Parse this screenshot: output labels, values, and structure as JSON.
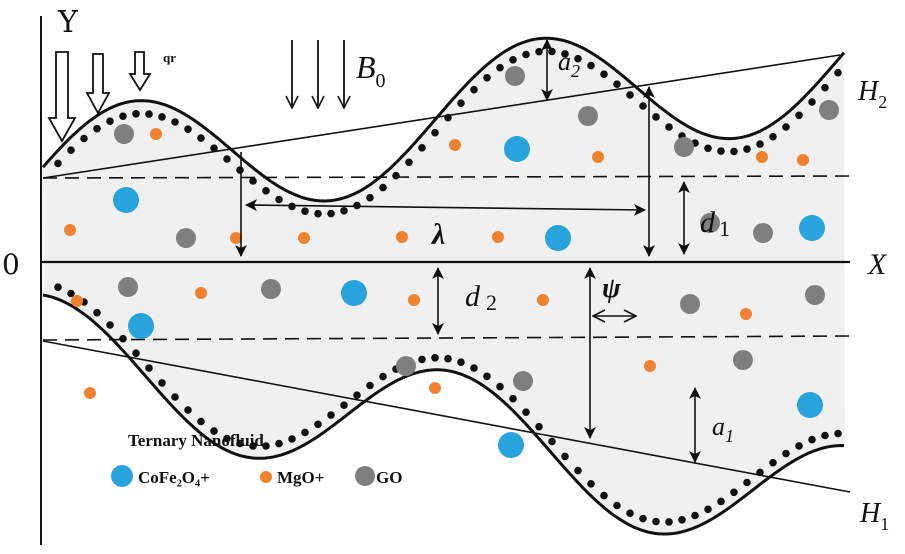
{
  "labels": {
    "y_axis": "Y",
    "x_axis": "X",
    "origin": "0",
    "qr": "qr",
    "b0_main": "B",
    "b0_sub": "0",
    "h2_main": "H",
    "h2_sub": "2",
    "h1_main": "H",
    "h1_sub": "1",
    "a2_main": "a",
    "a2_sub": "2",
    "a1_main": "a",
    "a1_sub": "1",
    "d1_main": "d",
    "d1_sub": "1",
    "d2_main": "d",
    "d2_sub": "2",
    "lambda": "λ",
    "psi": "ψ"
  },
  "legend": {
    "title": "Ternary Nanofluid",
    "item1": "CoFe₂O₄+",
    "item2": "MgO+",
    "item3": "GO"
  },
  "colors": {
    "cofe2o4": "#29a3dc",
    "mgo": "#f0822f",
    "go": "#7f7f7f",
    "channel_fill": "#f0f0f0",
    "ink": "#111111"
  }
}
